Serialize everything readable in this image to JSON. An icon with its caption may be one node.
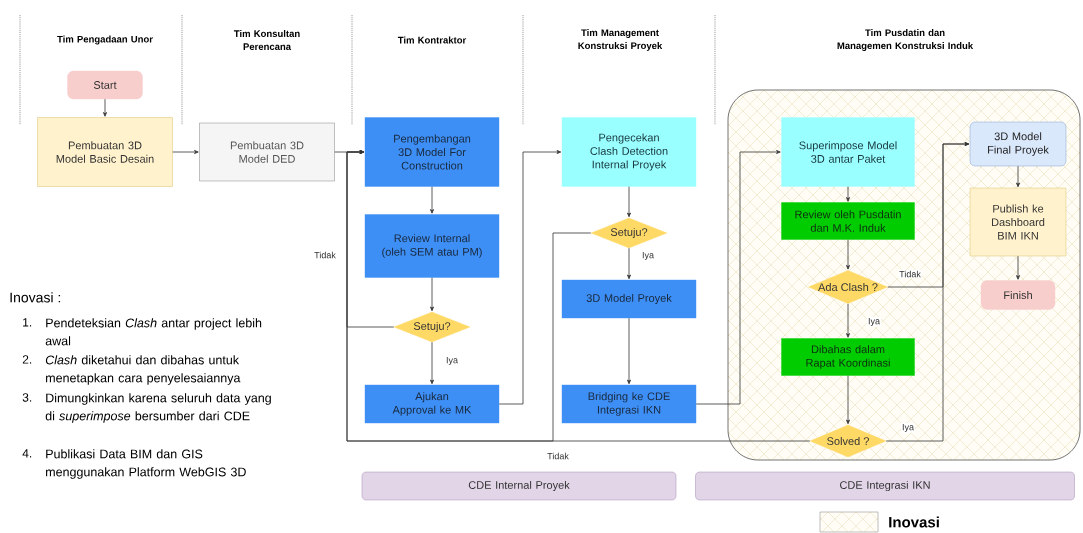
{
  "diagram": {
    "nodes": [
      {
        "text": [
          "Start"
        ]
      },
      {
        "text": [
          "Pembuatan 3D Model Basic Desain"
        ]
      },
      {
        "text": [
          "Pembuatan 3D Model DED"
        ]
      },
      {
        "text": [
          "Pengembangan 3D Model For Construction"
        ]
      },
      {
        "text": [
          "Review Internal (oleh SEM atau PM)"
        ]
      },
      {
        "text": [
          "Setuju?"
        ]
      },
      {
        "text": [
          "Ajukan Approval ke MK"
        ]
      },
      {
        "text": [
          "Pengecekan Clash Detection Internal Proyek"
        ]
      },
      {
        "text": [
          "Setuju?"
        ]
      },
      {
        "text": [
          "3D Model Proyek"
        ]
      },
      {
        "text": [
          "Bridging ke CDE Integrasi IKN"
        ]
      },
      {
        "text": [],
        "shape": "box"
      },
      {
        "text": [
          "Superimpose Model 3D antar Paket"
        ],
        "in": 11
      },
      {
        "text": [
          "Review oleh Pusdatin dan M.K. Induk"
        ],
        "in": 11
      },
      {
        "text": [
          "Ada Clash ?"
        ],
        "in": 11
      },
      {
        "text": [
          "Dibahas dalam Rapat Koordinasi"
        ],
        "in": 11
      },
      {
        "text": [
          "Solved ?"
        ],
        "in": 11
      },
      {
        "text": [
          "3D Model Final Proyek"
        ],
        "in": 11
      },
      {
        "text": [
          "Publish ke Dashboard BIM IKN"
        ],
        "in": 11
      },
      {
        "text": [
          "Finish"
        ],
        "in": 11
      },
      {
        "text": [
          "CDE Internal Proyek"
        ]
      },
      {
        "text": [
          "CDE Integrasi IKN"
        ]
      }
    ],
    "edges": [
      {
        "from": 0,
        "to": 1,
        "arrow": "to"
      },
      {
        "from": 1,
        "to": 2,
        "arrow": "to"
      },
      {
        "from": 2,
        "to": 3,
        "arrow": "to"
      },
      {
        "from": 3,
        "to": 4,
        "arrow": "to"
      },
      {
        "from": 4,
        "to": 5,
        "arrow": "to"
      },
      {
        "from": 5,
        "to": 6,
        "arrow": "to",
        "label": "Iya"
      },
      {
        "from": 5,
        "to": 3,
        "arrow": "to",
        "label": "Tidak"
      },
      {
        "from": 6,
        "to": 7,
        "arrow": "to"
      },
      {
        "from": 7,
        "to": 8,
        "arrow": "to"
      },
      {
        "from": 8,
        "to": 9,
        "arrow": "to",
        "label": "Iya"
      },
      {
        "from": 8,
        "to": 3,
        "arrow": "to"
      },
      {
        "from": 9,
        "to": 10,
        "arrow": "to"
      },
      {
        "from": 10,
        "to": 12,
        "arrow": "to"
      },
      {
        "from": 12,
        "to": 13,
        "arrow": "to"
      },
      {
        "from": 13,
        "to": 14,
        "arrow": "to"
      },
      {
        "from": 14,
        "to": 15,
        "arrow": "to",
        "label": "Iya"
      },
      {
        "from": 15,
        "to": 16,
        "arrow": "to"
      },
      {
        "from": 14,
        "to": 17,
        "arrow": "to",
        "label": "Tidak"
      },
      {
        "from": 16,
        "to": 17,
        "arrow": "to",
        "label": "Iya"
      },
      {
        "from": 16,
        "to": 3,
        "arrow": "to",
        "label": "Tidak"
      },
      {
        "from": 17,
        "to": 18,
        "arrow": "to"
      },
      {
        "from": 18,
        "to": 19,
        "arrow": "to"
      }
    ],
    "labels": [
      "Tim Pengadaan Unor",
      "Tim Konsultan Perencana",
      "Tim Kontraktor",
      "Tim Management Konstruksi Proyek",
      "Tim Pusdatin dan Managemen Konstruksi Induk",
      "Inovasi :",
      "1.",
      "Pendeteksian *Clash* antar project lebih awal",
      "2.",
      "*Clash* diketahui dan dibahas untuk menetapkan cara penyelesaiannya",
      "3.",
      "Dimungkinkan karena seluruh data yang di *superimpose* bersumber dari CDE",
      "4.",
      "Publikasi Data BIM dan GIS menggunakan Platform WebGIS 3D"
    ],
    "legend": [
      {
        "text": "Inovasi"
      }
    ]
  }
}
